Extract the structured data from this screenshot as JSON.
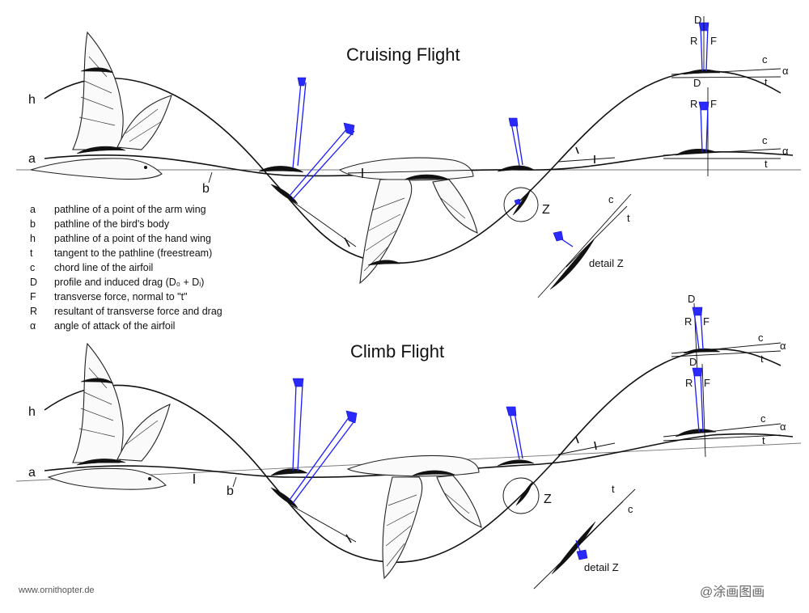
{
  "cruise": {
    "title": "Cruising Flight",
    "labels": {
      "h": "h",
      "a": "a",
      "b": "b",
      "z": "Z",
      "detail": "detail Z",
      "c": "c",
      "t": "t",
      "alpha": "α",
      "D": "D",
      "R": "R",
      "F": "F"
    }
  },
  "climb": {
    "title": "Climb Flight",
    "labels": {
      "h": "h",
      "a": "a",
      "b": "b",
      "z": "Z",
      "detail": "detail Z",
      "c": "c",
      "t": "t",
      "alpha": "α",
      "D": "D",
      "R": "R",
      "F": "F"
    }
  },
  "legend": [
    {
      "key": "a",
      "text": "pathline of a point of the arm wing"
    },
    {
      "key": "b",
      "text": "pathline of the bird's body"
    },
    {
      "key": "h",
      "text": "pathline of a point of the hand wing"
    },
    {
      "key": "t",
      "text": "tangent to the pathline (freestream)"
    },
    {
      "key": "c",
      "text": "chord line of the airfoil"
    },
    {
      "key": "D",
      "text": "profile and induced drag (D₀ + Dᵢ)"
    },
    {
      "key": "F",
      "text": "transverse force, normal to \"t\""
    },
    {
      "key": "R",
      "text": "resultant of transverse force and drag"
    },
    {
      "key": "α",
      "text": "angle of attack of the airfoil"
    }
  ],
  "footer": "www.ornithopter.de",
  "watermark": "@涂画图画",
  "colors": {
    "force": "#1a1aff",
    "line": "#111111"
  }
}
